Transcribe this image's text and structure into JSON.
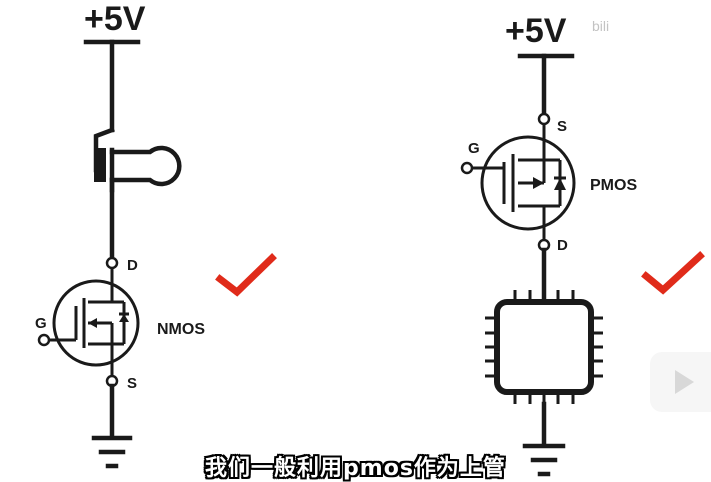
{
  "left_circuit": {
    "supply": "+5V",
    "gate": "G",
    "drain": "D",
    "source": "S",
    "part": "NMOS"
  },
  "right_circuit": {
    "supply": "+5V",
    "gate": "G",
    "drain": "D",
    "source": "S",
    "part": "PMOS"
  },
  "subtitle": "我们一般利用pmos作为上管",
  "watermark": "bili",
  "colors": {
    "check": "#e02b1a",
    "line": "#1a1a1a"
  },
  "icons": [
    "check-mark-icon",
    "check-mark-icon",
    "play-icon",
    "lamp-icon",
    "chip-icon",
    "ground-icon"
  ]
}
